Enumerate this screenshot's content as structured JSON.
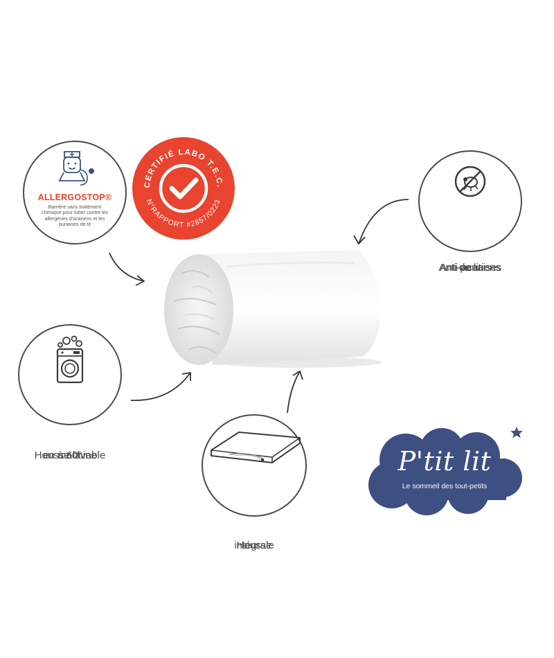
{
  "allergostop": {
    "brand": "ALLERGOSTOP®",
    "description": "Barrière sans traitement chimique pour lutter contre les allergènes d'acariens et les punaises de lit"
  },
  "seal": {
    "top_text": "CERTIFIÉ LABO T.E.C.",
    "bottom_text": "N°RAPPORT #2857/0223",
    "color": "#e8442f"
  },
  "mites": {
    "line1": "Anti-acariens",
    "line2": "Anti-punaises",
    "line3": "de lit",
    "icon": "no-bug-icon"
  },
  "wash": {
    "line1": "Housse lavable",
    "line2": "en machine",
    "line3": "à 60°",
    "icon": "washing-machine-icon"
  },
  "housse": {
    "line1": "Housse",
    "line2": "intégrale",
    "icon": "mattress-icon"
  },
  "logo": {
    "title": "P'tit lit",
    "tagline": "Le sommeil des tout-petits",
    "color": "#3e5082"
  }
}
